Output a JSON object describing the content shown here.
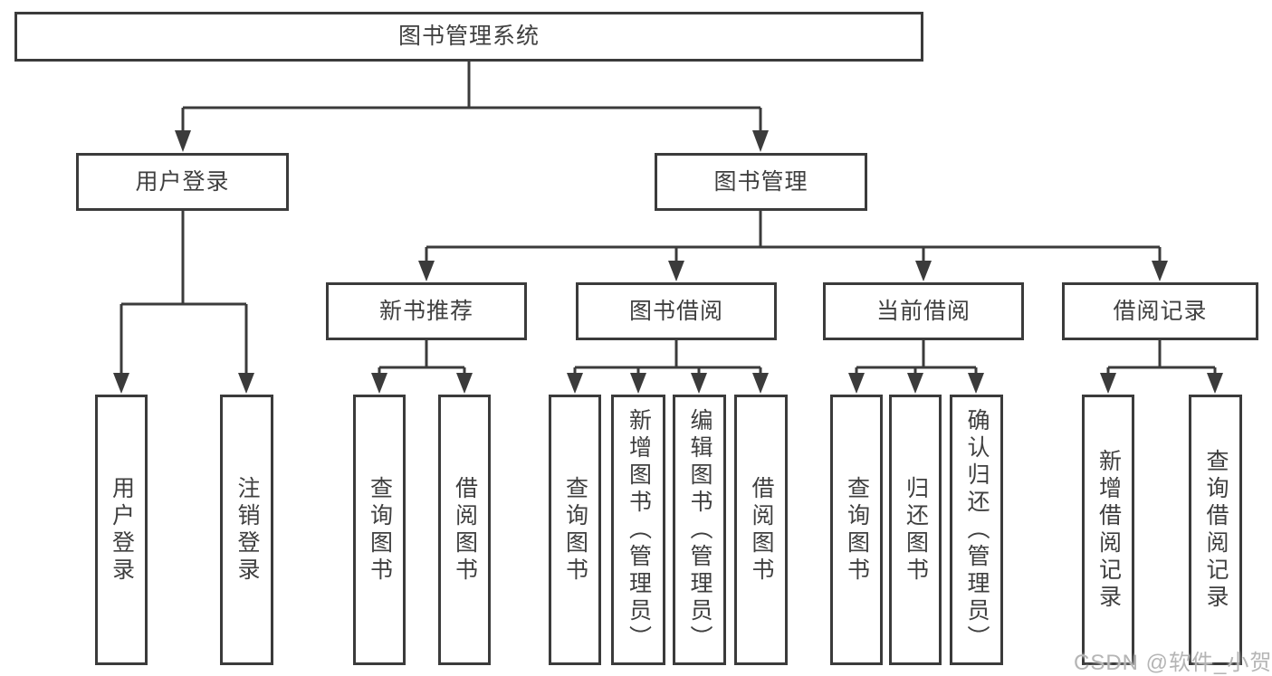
{
  "diagram": {
    "type": "hierarchy-tree",
    "tree": {
      "label": "图书管理系统",
      "children": [
        {
          "label": "用户登录",
          "children": [
            {
              "label": "用户登录"
            },
            {
              "label": "注销登录"
            }
          ]
        },
        {
          "label": "图书管理",
          "children": [
            {
              "label": "新书推荐",
              "children": [
                {
                  "label": "查询图书"
                },
                {
                  "label": "借阅图书"
                }
              ]
            },
            {
              "label": "图书借阅",
              "children": [
                {
                  "label": "查询图书"
                },
                {
                  "label": "新增图书（管理员）"
                },
                {
                  "label": "编辑图书（管理员）"
                },
                {
                  "label": "借阅图书"
                }
              ]
            },
            {
              "label": "当前借阅",
              "children": [
                {
                  "label": "查询图书"
                },
                {
                  "label": "归还图书"
                },
                {
                  "label": "确认归还（管理员）"
                }
              ]
            },
            {
              "label": "借阅记录",
              "children": [
                {
                  "label": "新增借阅记录"
                },
                {
                  "label": "查询借阅记录"
                }
              ]
            }
          ]
        }
      ]
    }
  },
  "watermark": {
    "text": "CSDN @软件_小贺同学"
  },
  "colors": {
    "line": "#3b3b3b",
    "box_border": "#3b3b3b",
    "text": "#3f3f3f",
    "watermark": "#b5b5b5",
    "background": "#ffffff"
  }
}
